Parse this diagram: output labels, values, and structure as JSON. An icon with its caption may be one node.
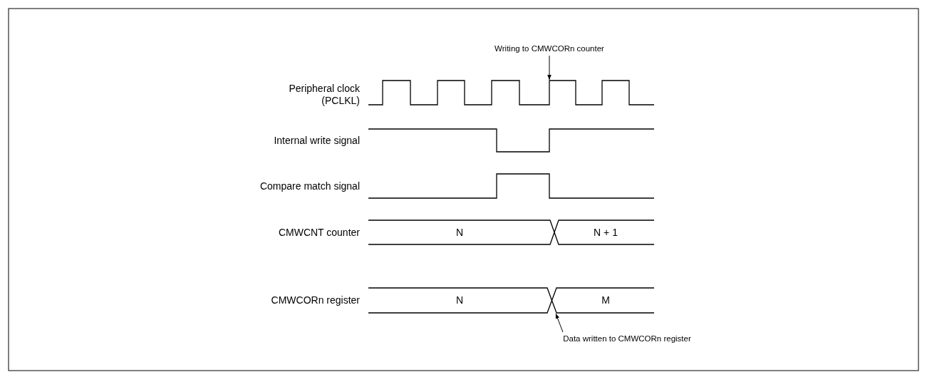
{
  "diagram": {
    "nodes": [
      {
        "text": [
          "Writing to CMWCORn counter"
        ]
      },
      {
        "text": [
          "Data written to CMWCORn register"
        ]
      },
      {
        "text": [],
        "shape": "picture"
      },
      {
        "text": [],
        "shape": "picture"
      }
    ],
    "edges": [
      {
        "from": 0,
        "to": 2,
        "arrow": "to"
      },
      {
        "from": 1,
        "to": 3,
        "arrow": "to"
      }
    ],
    "labels": [
      "Peripheral clock (PCLKL)",
      "Internal write signal",
      "Compare match signal",
      "CMWCNT counter",
      "N",
      "N + 1",
      "CMWCORn register",
      "N",
      "M"
    ]
  }
}
